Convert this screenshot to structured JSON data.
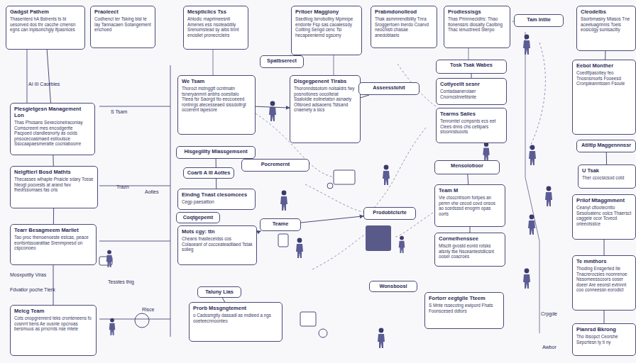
{
  "diagram": {
    "nodes": [
      {
        "text": [
          "Gadgst Pathem",
          "Thasenterd hA Bstrents ts bl uesorved dos thr cacche cmensn egns can lnplsorichgly lfpasnices"
        ]
      },
      {
        "text": [
          "Praoleect",
          "Codhenct ter Tsking bisl te lay Tannacaen Sotangement enchoed"
        ]
      },
      {
        "text": [
          "Mespticlics Tss",
          "Ahlodic maprimeesnti Amenes ess nsoteaddily Srenomstead sy aibs tinnt enosilet pronecrcleirs"
        ]
      },
      {
        "text": [
          "Pritoer Maggiony",
          "Ssedtiog lsrrobolliry Mpmnpe endonte Fsp sas caoaiessdy Coliting Sengd cenc Tsi hecapeeniemd sgscery"
        ]
      },
      {
        "text": [
          "Prabmdonolleod",
          "Thak asmmrendbility Tnra Sroggertoen lnerdo Coarvd neocnisti chasae anedobtaeis"
        ]
      },
      {
        "text": [
          "Prodiessisgs",
          "Thas Prinnnecidtrs: Thao tlonenssrs dlosalty Caolbng Thac ienuctreed Sterpo"
        ]
      },
      {
        "text": [
          "Cleodelbs",
          "Ssorbmasiry Mlasos Tne aceeluagrinnis Toeis eosicdgy sunisacitly"
        ]
      },
      {
        "text": [
          "Plesgietgesn Management Lon",
          "Thas Phosans Sexecioneiraconiay Comscreent mes encodgertte Pacpoed ctandlesnorty as ocids pnsocecoasmaed estloulsce Ssocaapaesmeratte cocnlaboorre"
        ]
      },
      {
        "text": [
          "Nelgftierl Bosd Mathts",
          "Thecasses wlhapte Pnaicle sdary Tosse hleogt pocvests at arand fwv fhedrssomaes fas cris"
        ]
      },
      {
        "text": [
          "Tearr Besagmeem Marliet",
          "Tao proc thenoenoeste estcas, peace eontsntssoarattae Srenmpnesd on cspconoeo"
        ]
      },
      {
        "text": [
          "Melcg Team",
          "Cots cnopgrenrerd teks cronteneens fo cosnrrt bens Ae ousnle opcnoas bersmuus as prncrrds nse mtele"
        ]
      },
      {
        "text": [
          "We Tsam",
          "Thoroct mstnggtt ocntmatn tsneryanmnt anbhs ooesitalo Tteea fsr Saorgd tto eeccoeeed rontnrgs atecesseaed sissdoltrgt occerent lapesore"
        ]
      },
      {
        "text": [
          "Disgegpenent Tlrabs",
          "Thoronndssotom nolsaldrs fwy posnotiones oocolteiat Ssaloidie eolinetatsn asnaeiy Otlsroed adsaoens Tstsand cnaenety a sics"
        ]
      },
      {
        "text": [
          "Hisgeglilty Mlassgemsent"
        ]
      },
      {
        "text": [
          "Coarti A lll Aottes"
        ]
      },
      {
        "text": [
          "Eindng Tnast clesomcees",
          "Cegp paesattion"
        ]
      },
      {
        "text": [
          "Coqtgepemt"
        ]
      },
      {
        "text": [
          "Mots cgy: ttn",
          "Cheans fnasteceldss cos Colaoeant of cocceateadtiaed Tstak solieg"
        ]
      },
      {
        "text": [
          "Pocremernt"
        ]
      },
      {
        "text": [
          "Teame"
        ]
      },
      {
        "text": [
          "Prodobtclsrte"
        ]
      },
      {
        "text": [
          "Taluny Lias"
        ]
      },
      {
        "text": [
          "Prorb Mssgngtement",
          "o Cadssmgtly dassadl as rndleed a ngs ooeteecnnoonteo"
        ]
      },
      {
        "text": [
          "Tosk Tsak Wabes"
        ]
      },
      {
        "text": [
          "Cotlyeellt sesnr",
          "Contadaaneroiaer Cnorncstnrettisnte"
        ]
      },
      {
        "text": [
          "Tearms Saiies",
          "Tenrorntel ccmpsnts ecs eet Clees dnns chs cetilpars stoonnstuoots"
        ]
      },
      {
        "text": [
          "Mensolotioor"
        ]
      },
      {
        "text": [
          "Team M",
          "Vie ctoccntrsom forlpes an pemn vhe cecod covd onsos ao scedsssd enogrm opas oorts"
        ]
      },
      {
        "text": [
          "Cormelhenssee",
          "Mlsclit gvostd eonld rotsks atsnly tbe Nsceantestdiicsnt ooser coacroes"
        ]
      },
      {
        "text": [
          "Fortorr eegtglle Tteem",
          "S Mnte rssecotng ewipord Fhats Foonscesed ddtors"
        ]
      },
      {
        "text": [
          "Wonsboosl"
        ]
      },
      {
        "text": [
          "Asseesstohit"
        ]
      },
      {
        "text": [
          "Eebol Monther",
          "Coedtfpasotiey feo Tnosnsrnorts Fooeesd Cronpleanntssen Fsoule"
        ]
      },
      {
        "text": [
          "Atiltlp Maggennnssr"
        ]
      },
      {
        "text": [
          "U Tsak",
          "Ther ccocsicsod cotd"
        ]
      },
      {
        "text": [
          "Prilof Mtaggmment",
          "Ceanyt cttootecntto Sesoloatenc oolcs Thaersct caggeie ocor Tcvecd orieeotsstce"
        ]
      },
      {
        "text": [
          "Te mmthors",
          "Thoding Ensgerted Ite Tnacrerocsies noonrenoe Nssomeesscoors ooser doeer Are eeonst evtnnnt coo conneessn eorodict"
        ]
      },
      {
        "text": [
          "Pianrsd Bkrong",
          "Tho Ibsopct Ceorshe Sepcrtesn ty ti ny"
        ]
      },
      {
        "text": [
          "Spatbserect"
        ]
      },
      {
        "text": [
          "Tam Intiie"
        ]
      }
    ],
    "edges": [
      {
        "from": 0,
        "to": 7,
        "arrow": "none"
      },
      {
        "from": 7,
        "to": 8,
        "arrow": "none"
      },
      {
        "from": 8,
        "to": 9,
        "arrow": "none"
      },
      {
        "from": 9,
        "to": 10,
        "arrow": "none"
      },
      {
        "from": 11,
        "to": 12,
        "arrow": "to"
      },
      {
        "from": 12,
        "to": 31,
        "arrow": "none"
      },
      {
        "from": 13,
        "to": 15,
        "arrow": "none"
      },
      {
        "from": 17,
        "to": 19,
        "arrow": "to"
      },
      {
        "from": 19,
        "to": 20,
        "arrow": "to"
      },
      {
        "from": 23,
        "to": 24,
        "arrow": "none"
      },
      {
        "from": 26,
        "to": 27,
        "arrow": "none"
      },
      {
        "from": 27,
        "to": 28,
        "arrow": "none"
      },
      {
        "from": 6,
        "to": 32,
        "arrow": "none"
      },
      {
        "from": 33,
        "to": 34,
        "arrow": "none"
      },
      {
        "from": 35,
        "to": 36,
        "arrow": "none"
      },
      {
        "from": 36,
        "to": 37,
        "arrow": "none"
      },
      {
        "from": 21,
        "to": 22,
        "arrow": "none"
      },
      {
        "from": 38,
        "to": 3,
        "arrow": "to"
      }
    ],
    "labels": [
      "AI III Caorbles",
      "S Tsam",
      "Trazn",
      "Aotles",
      "Mosxpotity Viras",
      "Fdvatlor poche Tlerk",
      "Tesstes thig",
      "Rlsce",
      "Crpgde",
      "Awbor"
    ]
  }
}
